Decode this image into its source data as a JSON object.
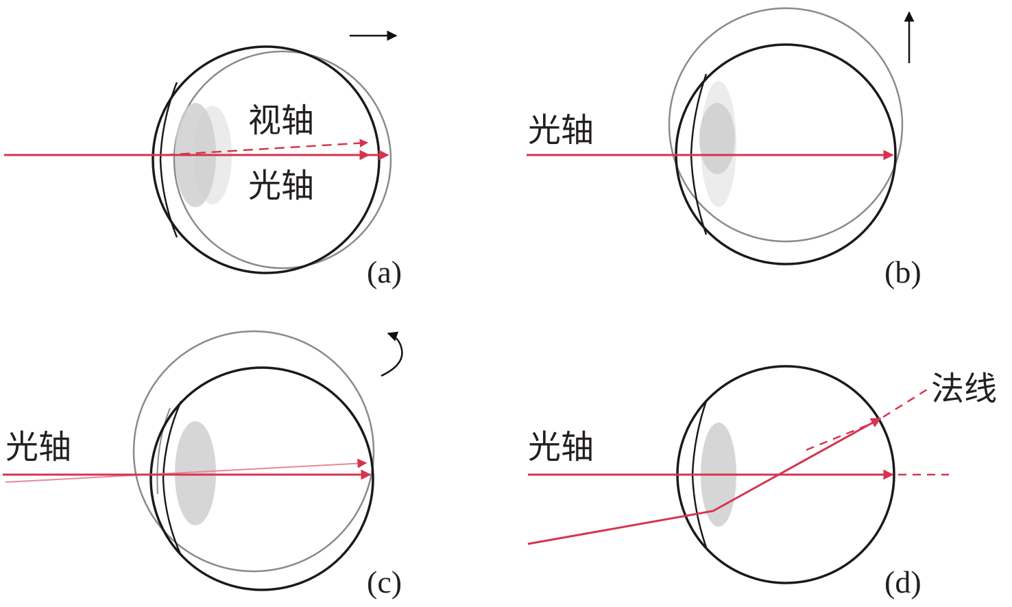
{
  "colors": {
    "ray": "#d6334f",
    "ray_light": "#e8869a",
    "eye_outline": "#1a1a1a",
    "displaced_outline": "#8a8a8a",
    "lens": "#d4d4d4",
    "text": "#231f20"
  },
  "panels": [
    {
      "caption": "(a)",
      "labels": [
        "视轴",
        "光轴"
      ],
      "motion_icon": "arrow-right-icon"
    },
    {
      "caption": "(b)",
      "labels": [
        "光轴"
      ],
      "motion_icon": "arrow-up-icon"
    },
    {
      "caption": "(c)",
      "labels": [
        "光轴"
      ],
      "motion_icon": "rotate-arrow-icon"
    },
    {
      "caption": "(d)",
      "labels": [
        "光轴",
        "法线"
      ],
      "motion_icon": ""
    }
  ]
}
